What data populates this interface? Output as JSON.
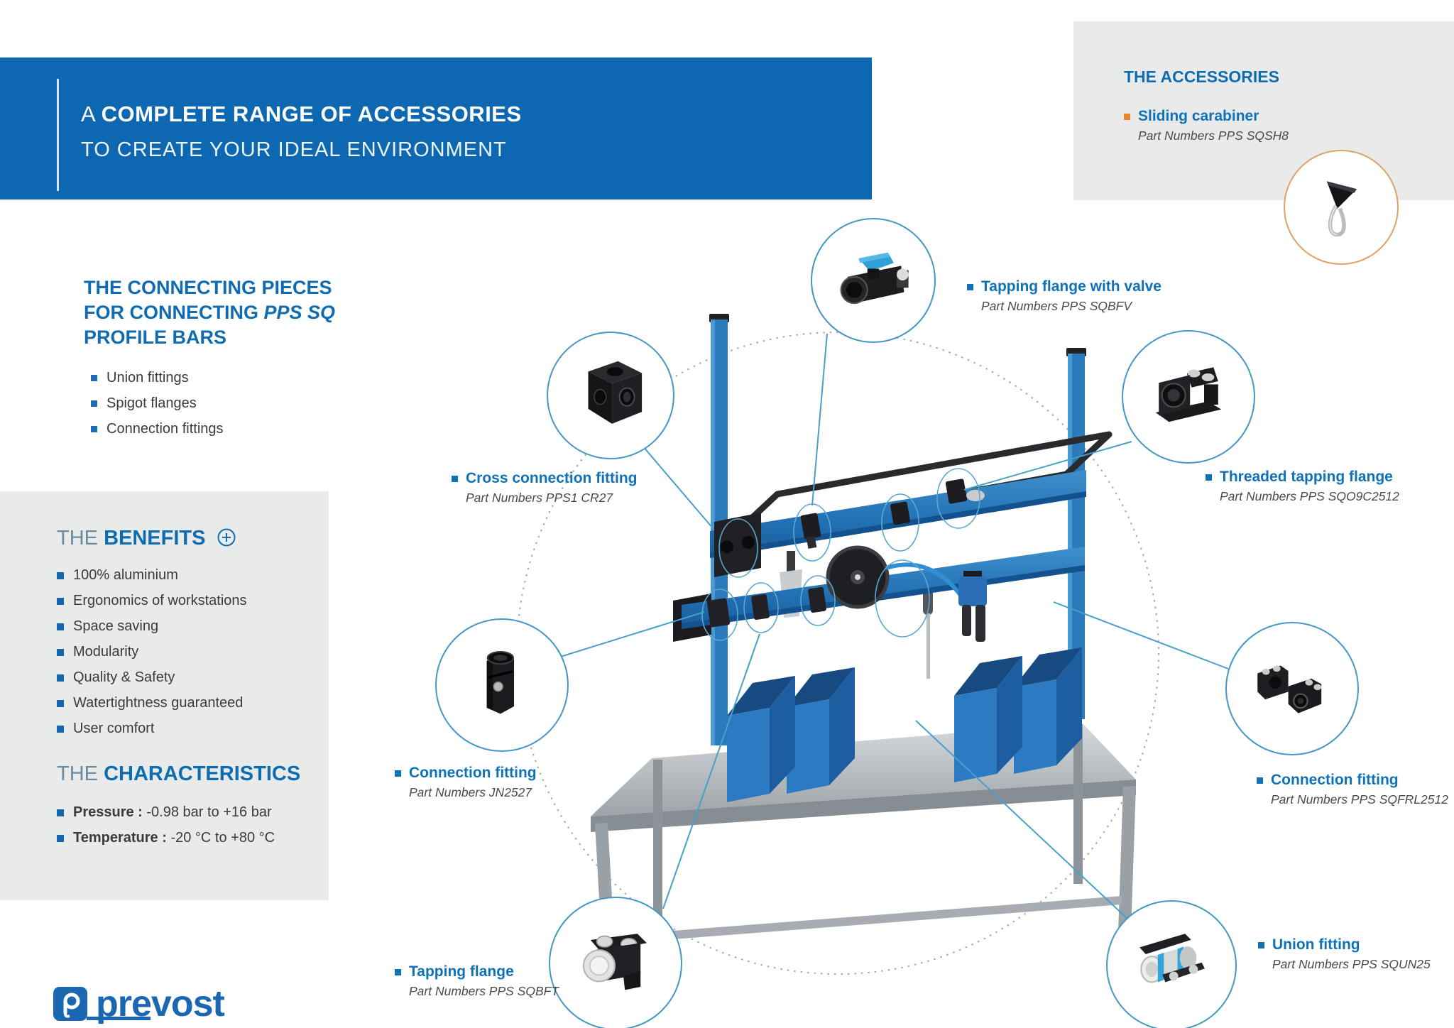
{
  "banner": {
    "prefix": "A ",
    "title": "COMPLETE RANGE OF ACCESSORIES",
    "subtitle": "TO CREATE YOUR IDEAL ENVIRONMENT"
  },
  "accessories": {
    "title": "THE ACCESSORIES",
    "item": {
      "label": "Sliding carabiner",
      "part": "Part Numbers PPS SQSH8"
    }
  },
  "connecting": {
    "line1": "THE CONNECTING PIECES",
    "line2_prefix": "FOR CONNECTING ",
    "line2_em": "PPS SQ",
    "line3": "PROFILE BARS",
    "items": [
      "Union fittings",
      "Spigot flanges",
      "Connection fittings"
    ]
  },
  "benefits": {
    "the": "THE ",
    "title": "BENEFITS",
    "items": [
      "100% aluminium",
      "Ergonomics of workstations",
      "Space saving",
      "Modularity",
      "Quality & Safety",
      "Watertightness guaranteed",
      "User comfort"
    ]
  },
  "characteristics": {
    "the": "THE ",
    "title": "CHARACTERISTICS",
    "items": [
      {
        "label": "Pressure :",
        "value": " -0.98 bar to +16 bar"
      },
      {
        "label": "Temperature :",
        "value": " -20 °C to +80 °C"
      }
    ]
  },
  "callouts": {
    "valve": {
      "label": "Tapping flange with valve",
      "part": "Part Numbers PPS SQBFV"
    },
    "cross": {
      "label": "Cross connection fitting",
      "part": "Part Numbers PPS1 CR27"
    },
    "threaded": {
      "label": "Threaded tapping flange",
      "part": "Part Numbers PPS SQO9C2512"
    },
    "conn_left": {
      "label": "Connection fitting",
      "part": "Part Numbers JN2527"
    },
    "conn_right": {
      "label": "Connection fitting",
      "part": "Part Numbers PPS SQFRL2512"
    },
    "tapping": {
      "label": "Tapping flange",
      "part": "Part Numbers PPS SQBFT"
    },
    "union": {
      "label": "Union fitting",
      "part": "Part Numbers PPS SQUN25"
    }
  },
  "logo": {
    "text": "prevost"
  },
  "colors": {
    "brand_blue": "#0d68b1",
    "accent_blue": "#0f72b6",
    "orange_bullet": "#e8872d",
    "panel_gray": "#e8ebe9",
    "callout_ring_blue": "#4497c4",
    "carabiner_ring_orange": "#dca266",
    "bench_blue": "#2a7abc",
    "bin_blue": "#2b7ac2"
  }
}
